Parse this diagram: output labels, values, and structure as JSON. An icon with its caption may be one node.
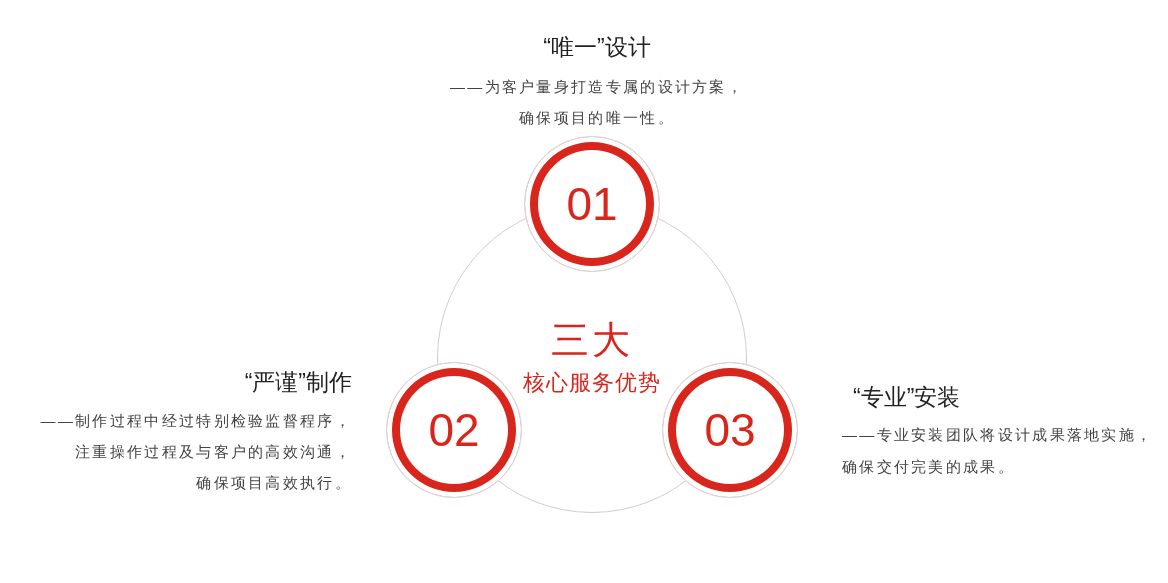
{
  "diagram": {
    "nodes": [
      {
        "text": [
          "三大",
          "核心服务优势"
        ]
      },
      {
        "text": [
          "01"
        ],
        "beside": [
          "“唯一”设计",
          "——为客户量身打造专属的设计方案，确保项目的唯一性。"
        ]
      },
      {
        "text": [
          "02"
        ],
        "beside": [
          "“严谨”制作",
          "——制作过程中经过特别检验监督程序，注重操作过程及与客户的高效沟通，确保项目高效执行。"
        ]
      },
      {
        "text": [
          "03"
        ],
        "beside": [
          "“专业”安装",
          "——专业安装团队将设计成果落地实施，确保交付完美的成果。"
        ]
      }
    ]
  }
}
